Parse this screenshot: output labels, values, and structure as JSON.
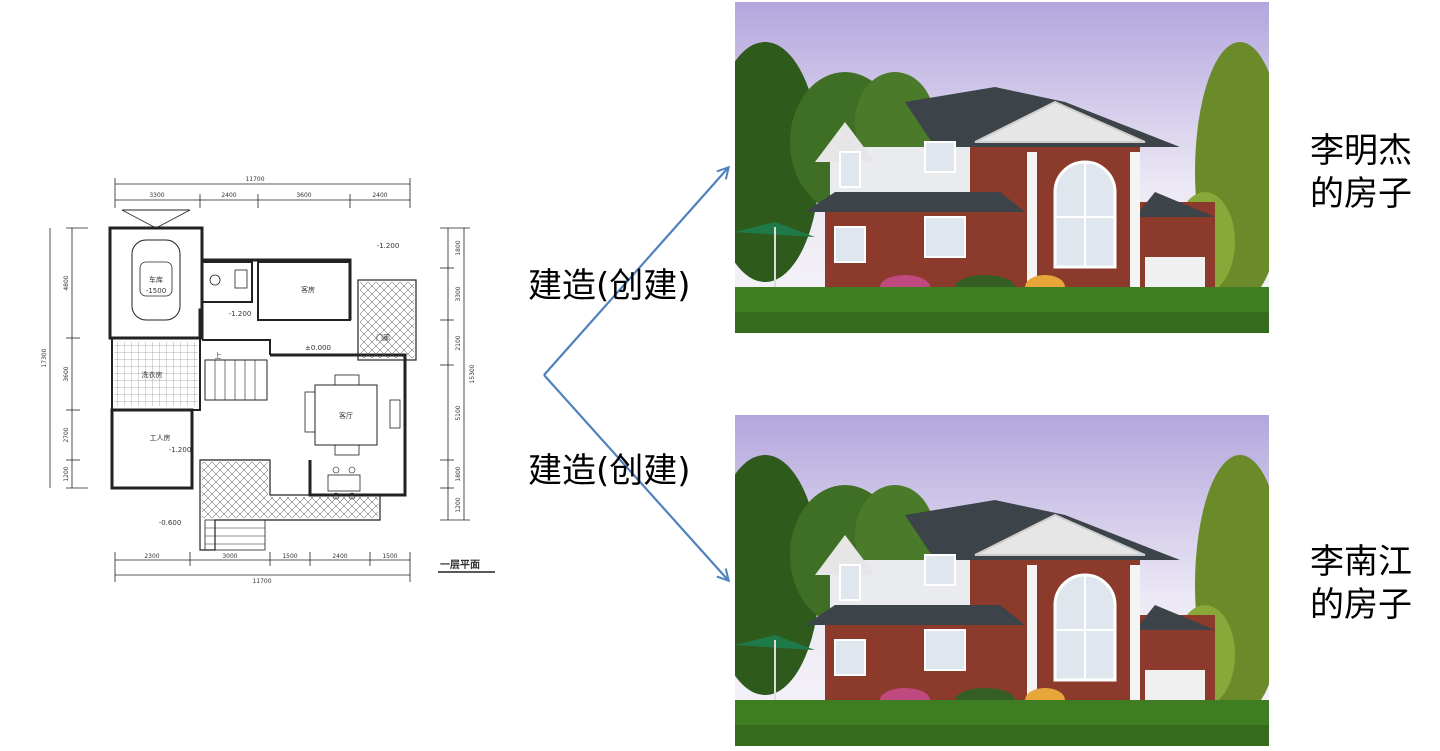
{
  "floor_plan": {
    "title": "一层平面",
    "dims_top_total": "11700",
    "dims_top": [
      "3300",
      "2400",
      "3600",
      "2400"
    ],
    "dims_bottom_total": "11700",
    "dims_bottom": [
      "2300",
      "3000",
      "1500",
      "2400",
      "1500"
    ],
    "dims_left_total": "17300",
    "dims_left": [
      "4800",
      "3600",
      "2700",
      "1200"
    ],
    "dims_right_total": "15300",
    "dims_right": [
      "1800",
      "3300",
      "2100",
      "5100",
      "1800",
      "1200"
    ],
    "rooms": {
      "garage": "车库",
      "bedroom": "客房",
      "laundry": "洗衣房",
      "living": "客厅",
      "servant": "工人房",
      "porch": "门廊"
    },
    "levels": {
      "garage": "-1500",
      "top_right": "-1.200",
      "hall": "-1.200",
      "zero": "±0.000",
      "servant": "-1.200",
      "bottom": "-0.600"
    },
    "stair_up": "上"
  },
  "arrows": {
    "top_label": "建造(创建)",
    "bottom_label": "建造(创建)"
  },
  "houses": [
    {
      "owner_line1": "李明杰",
      "owner_line2": "的房子"
    },
    {
      "owner_line1": "李南江",
      "owner_line2": "的房子"
    }
  ],
  "colors": {
    "arrow": "#4f81bd",
    "brick": "#8b3a2c",
    "roof": "#3c4349",
    "lawn": "#3f7d22"
  }
}
